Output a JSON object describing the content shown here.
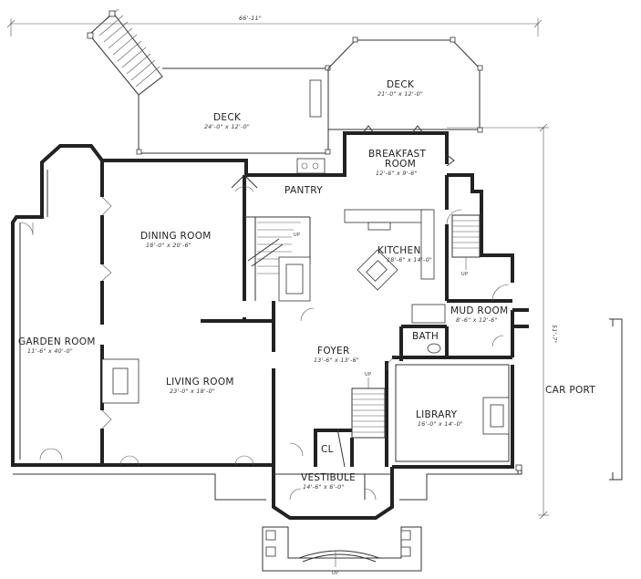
{
  "overall_dims": {
    "width": "66'-11\"",
    "depth": "51'-7\""
  },
  "rooms": {
    "deck_left": {
      "name": "DECK",
      "size": "24'-0\" x 12'-0\""
    },
    "deck_right": {
      "name": "DECK",
      "size": "21'-0\" x 12'-0\""
    },
    "breakfast": {
      "name_line1": "BREAKFAST",
      "name_line2": "ROOM",
      "size": "12'-6\" x 9'-6\""
    },
    "pantry": {
      "name": "PANTRY"
    },
    "dining": {
      "name": "DINING ROOM",
      "size": "18'-0\" x 20'-6\""
    },
    "kitchen": {
      "name": "KITCHEN",
      "size": "18'-6\" x 14'-0\""
    },
    "garden": {
      "name": "GARDEN ROOM",
      "size": "11'-6\" x 40'-0\""
    },
    "mud": {
      "name": "MUD ROOM",
      "size": "8'-6\" x 12'-6\""
    },
    "bath": {
      "name": "BATH"
    },
    "foyer": {
      "name": "FOYER",
      "size": "13'-6\" x 13'-6\""
    },
    "living": {
      "name": "LIVING ROOM",
      "size": "23'-0\" x 18'-0\""
    },
    "library": {
      "name": "LIBRARY",
      "size": "16'-0\" x 14'-0\""
    },
    "closet": {
      "name": "CL"
    },
    "vestibule": {
      "name": "VESTIBULE",
      "size": "14'-6\" x 6'-0\""
    },
    "car_port": {
      "name": "CAR PORT"
    }
  },
  "stair_labels": {
    "up": "UP"
  }
}
